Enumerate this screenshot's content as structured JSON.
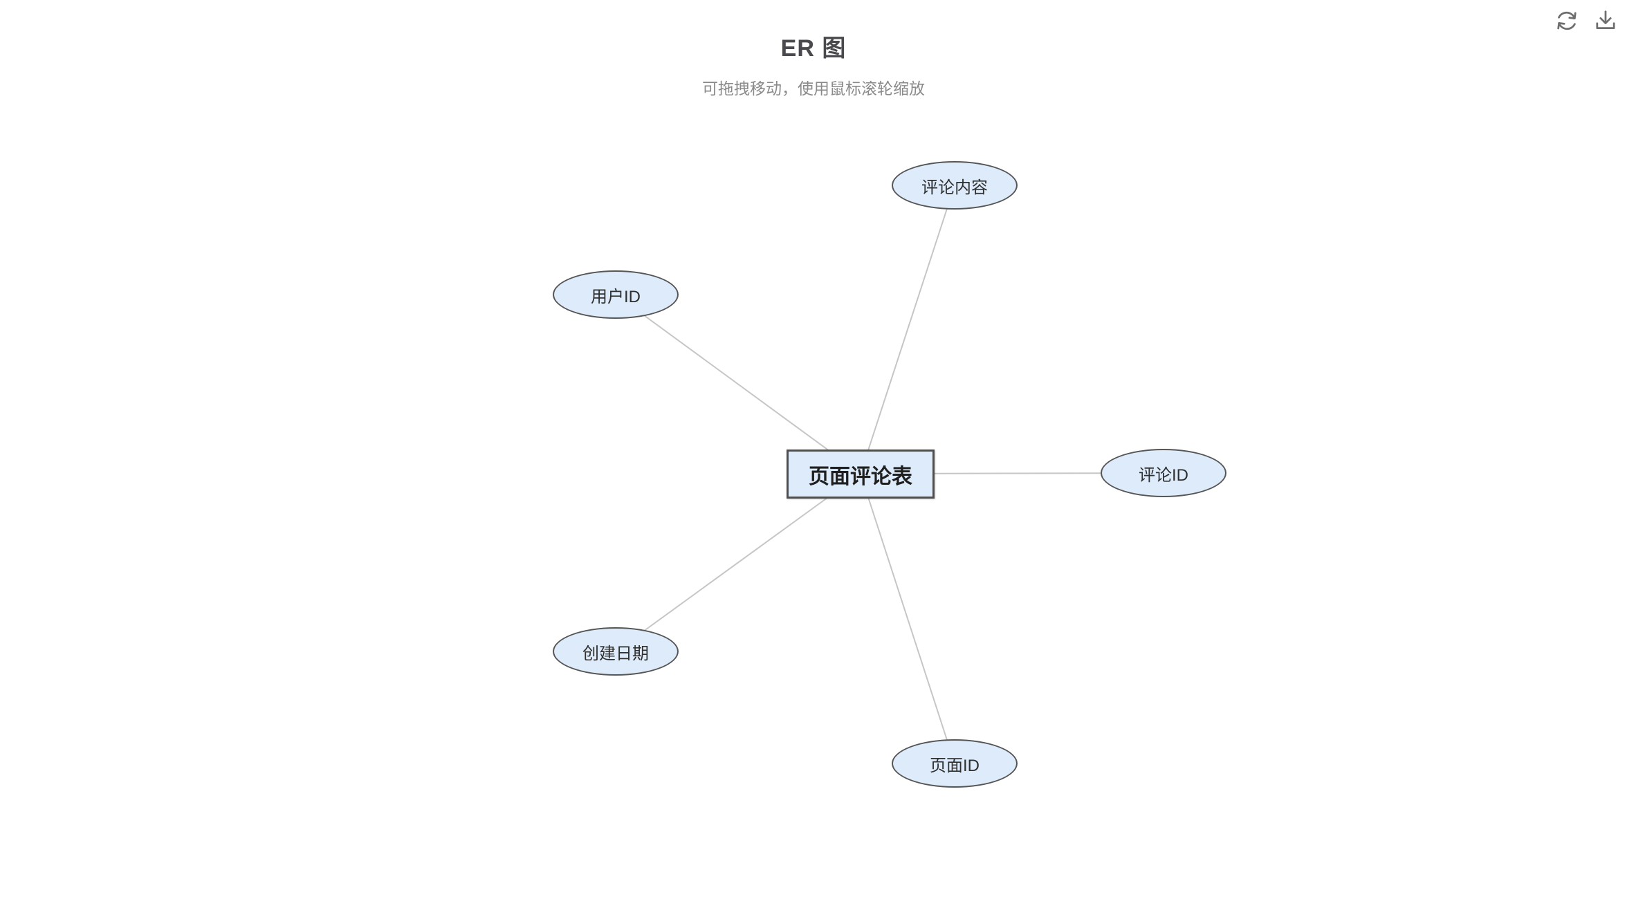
{
  "header": {
    "title": "ER 图",
    "subtitle": "可拖拽移动，使用鼠标滚轮缩放"
  },
  "toolbar": {
    "icons": [
      {
        "name": "refresh-icon",
        "action": "刷新"
      },
      {
        "name": "download-icon",
        "action": "下载"
      }
    ]
  },
  "diagram": {
    "type": "er-diagram",
    "entity": {
      "label": "页面评论表",
      "shape": "rectangle"
    },
    "attributes": [
      {
        "label": "评论内容",
        "shape": "ellipse"
      },
      {
        "label": "用户ID",
        "shape": "ellipse"
      },
      {
        "label": "评论ID",
        "shape": "ellipse"
      },
      {
        "label": "创建日期",
        "shape": "ellipse"
      },
      {
        "label": "页面ID",
        "shape": "ellipse"
      }
    ],
    "edges": [
      {
        "from": "页面评论表",
        "to": "评论内容"
      },
      {
        "from": "页面评论表",
        "to": "用户ID"
      },
      {
        "from": "页面评论表",
        "to": "评论ID"
      },
      {
        "from": "页面评论表",
        "to": "创建日期"
      },
      {
        "from": "页面评论表",
        "to": "页面ID"
      }
    ],
    "colors": {
      "node_fill": "#ddebfa",
      "node_border": "#565656",
      "edge": "#c6c6c6",
      "title_text": "#4a4a4e",
      "subtitle_text": "#8a8a8a"
    }
  }
}
